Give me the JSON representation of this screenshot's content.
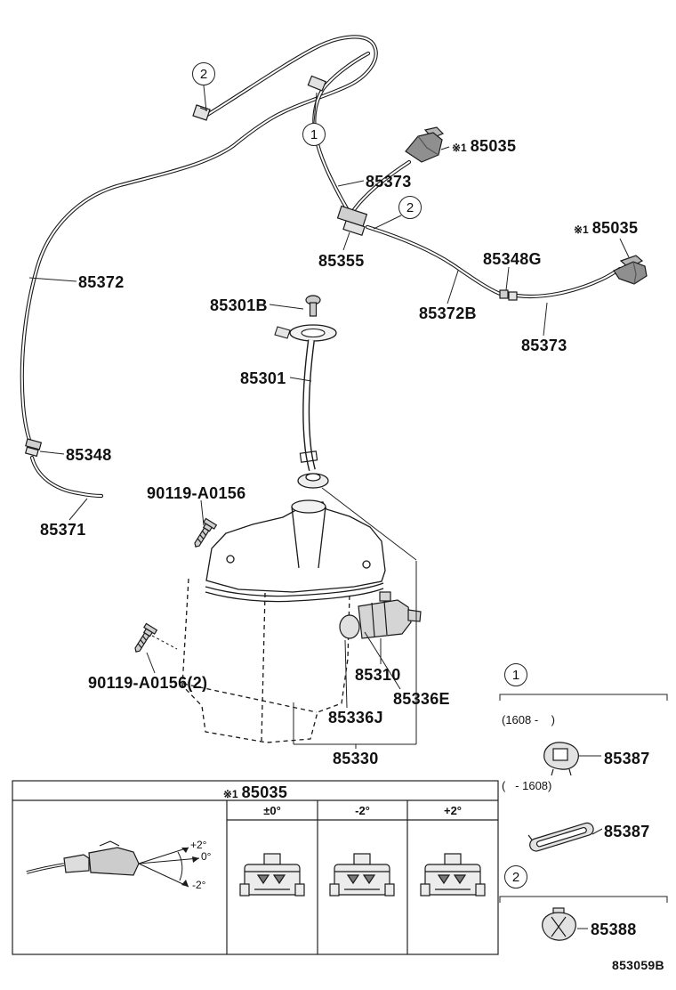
{
  "footer": {
    "code": "853059B"
  },
  "callouts": {
    "top_clip": "2",
    "top_clamp": "1",
    "mid_joint": "2",
    "panel_one": "1",
    "panel_two": "2"
  },
  "parts": {
    "nozzle_top": {
      "prefix": "※1",
      "number": "85035"
    },
    "nozzle_right": {
      "prefix": "※1",
      "number": "85035"
    },
    "hose_top": "85373",
    "hose_left": "85372",
    "joint_mid": "85355",
    "joint_g": "85348G",
    "cap": "85301B",
    "hose_mid": "85372B",
    "hose_right": "85373",
    "filler": "85301",
    "joint_left": "85348",
    "screw_top": "90119-A0156",
    "hose_bottom_left": "85371",
    "screw_bottom": "90119-A0156(2)",
    "pump": "85310",
    "grommet_e": "85336E",
    "grommet_j": "85336J",
    "jar": "85330",
    "clip_new": "85387",
    "clip_old": "85387",
    "clip_2": "85388"
  },
  "table": {
    "title": {
      "prefix": "※1",
      "number": "85035"
    },
    "columns": [
      "±0°",
      "-2°",
      "+2°"
    ],
    "angles": {
      "up": "+2°",
      "mid": "0°",
      "down": "-2°"
    }
  },
  "panel": {
    "range_new": "(1608 -    )",
    "range_old": "(   - 1608)"
  }
}
